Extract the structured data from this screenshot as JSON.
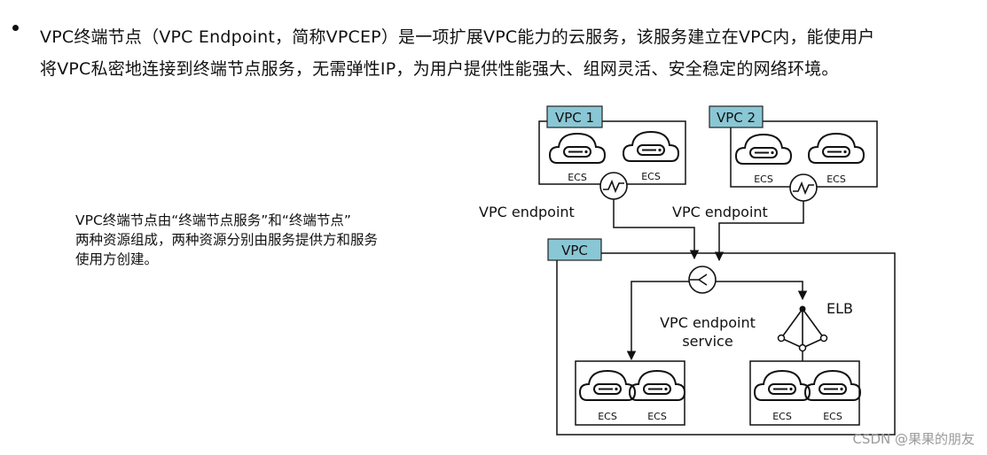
{
  "intro": {
    "line1": "VPC终端节点（VPC Endpoint，简称VPCEP）是一项扩展VPC能力的云服务，该服务建立在VPC内，能使用户",
    "line2": "将VPC私密地连接到终端节点服务，无需弹性IP，为用户提供性能强大、组网灵活、安全稳定的网络环境。"
  },
  "note": {
    "line1": "VPC终端节点由“终端节点服务”和“终端节点”",
    "line2": "两种资源组成，两种资源分别由服务提供方和服务",
    "line3": "使用方创建。"
  },
  "diagram": {
    "vpc1_label": "VPC 1",
    "vpc2_label": "VPC 2",
    "vpc_label": "VPC",
    "ecs_label": "ECS",
    "endpoint_label": "VPC endpoint",
    "service_label_line1": "VPC endpoint",
    "service_label_line2": "service",
    "elb_label": "ELB",
    "tag_color": "#8ac7d5"
  },
  "watermark": "CSDN @果果的朋友"
}
